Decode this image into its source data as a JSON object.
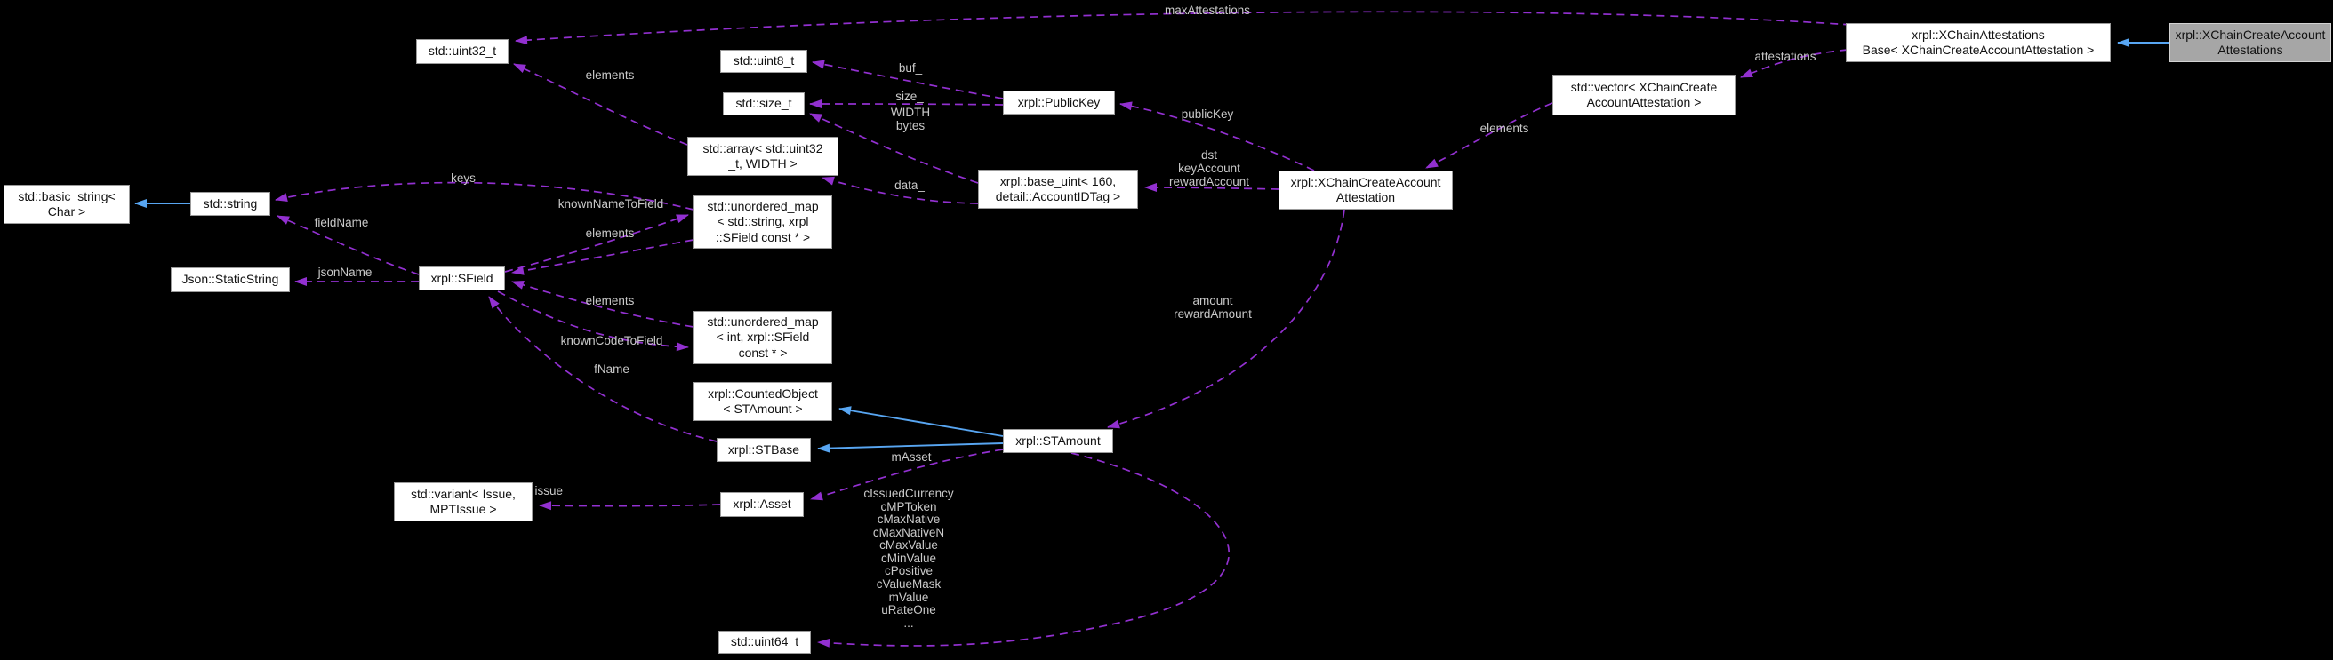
{
  "nodes": {
    "uint32": {
      "label": "std::uint32_t"
    },
    "uint8": {
      "label": "std::uint8_t"
    },
    "size_t": {
      "label": "std::size_t"
    },
    "array": {
      "label": "std::array< std::uint32\n_t, WIDTH >"
    },
    "publickey": {
      "label": "xrpl::PublicKey"
    },
    "baseuint": {
      "label": "xrpl::base_uint< 160,\ndetail::AccountIDTag >"
    },
    "attestation": {
      "label": "xrpl::XChainCreateAccount\nAttestation"
    },
    "vector": {
      "label": "std::vector< XChainCreate\nAccountAttestation >"
    },
    "base": {
      "label": "xrpl::XChainAttestations\nBase< XChainCreateAccountAttestation >"
    },
    "main": {
      "label": "xrpl::XChainCreateAccount\nAttestations"
    },
    "basicstring": {
      "label": "std::basic_string<\nChar >"
    },
    "string": {
      "label": "std::string"
    },
    "staticstring": {
      "label": "Json::StaticString"
    },
    "sfield": {
      "label": "xrpl::SField"
    },
    "map_str": {
      "label": "std::unordered_map\n< std::string, xrpl\n::SField const * >"
    },
    "map_int": {
      "label": "std::unordered_map\n< int, xrpl::SField\nconst * >"
    },
    "counted": {
      "label": "xrpl::CountedObject\n< STAmount >"
    },
    "stbase": {
      "label": "xrpl::STBase"
    },
    "stamount": {
      "label": "xrpl::STAmount"
    },
    "variant": {
      "label": "std::variant< Issue,\nMPTIssue >"
    },
    "asset": {
      "label": "xrpl::Asset"
    },
    "uint64": {
      "label": "std::uint64_t"
    }
  },
  "edge_labels": {
    "max_attestations": "maxAttestations",
    "attestations": "attestations",
    "elements_vector": "elements",
    "public_key": "publicKey",
    "account_fields": "dst\nkeyAccount\nrewardAccount",
    "amount_fields": "amount\nrewardAmount",
    "buf": "buf_",
    "size": "size_",
    "width_bytes": "WIDTH\nbytes",
    "data": "data_",
    "elements_array": "elements",
    "keys": "keys",
    "known_name_to_field": "knownNameToField",
    "elements_map_string": "elements",
    "field_name": "fieldName",
    "json_name": "jsonName",
    "elements_map_int": "elements",
    "known_code_to_field": "knownCodeToField",
    "f_name": "fName",
    "m_asset": "mAsset",
    "issue": "issue_",
    "stamount_members": "cIssuedCurrency\ncMPToken\ncMaxNative\ncMaxNativeN\ncMaxValue\ncMinValue\ncPositive\ncValueMask\nmValue\nuRateOne\n..."
  },
  "colors": {
    "background": "#000000",
    "node_fill": "#ffffff",
    "node_border": "#9b9b9b",
    "node_text": "#111111",
    "highlight_fill": "#a6a6a6",
    "highlight_border": "#d2d2d2",
    "usage_edge": "#9230d0",
    "inheritance_edge": "#58a6f2",
    "label_text": "#c9c9c9"
  }
}
